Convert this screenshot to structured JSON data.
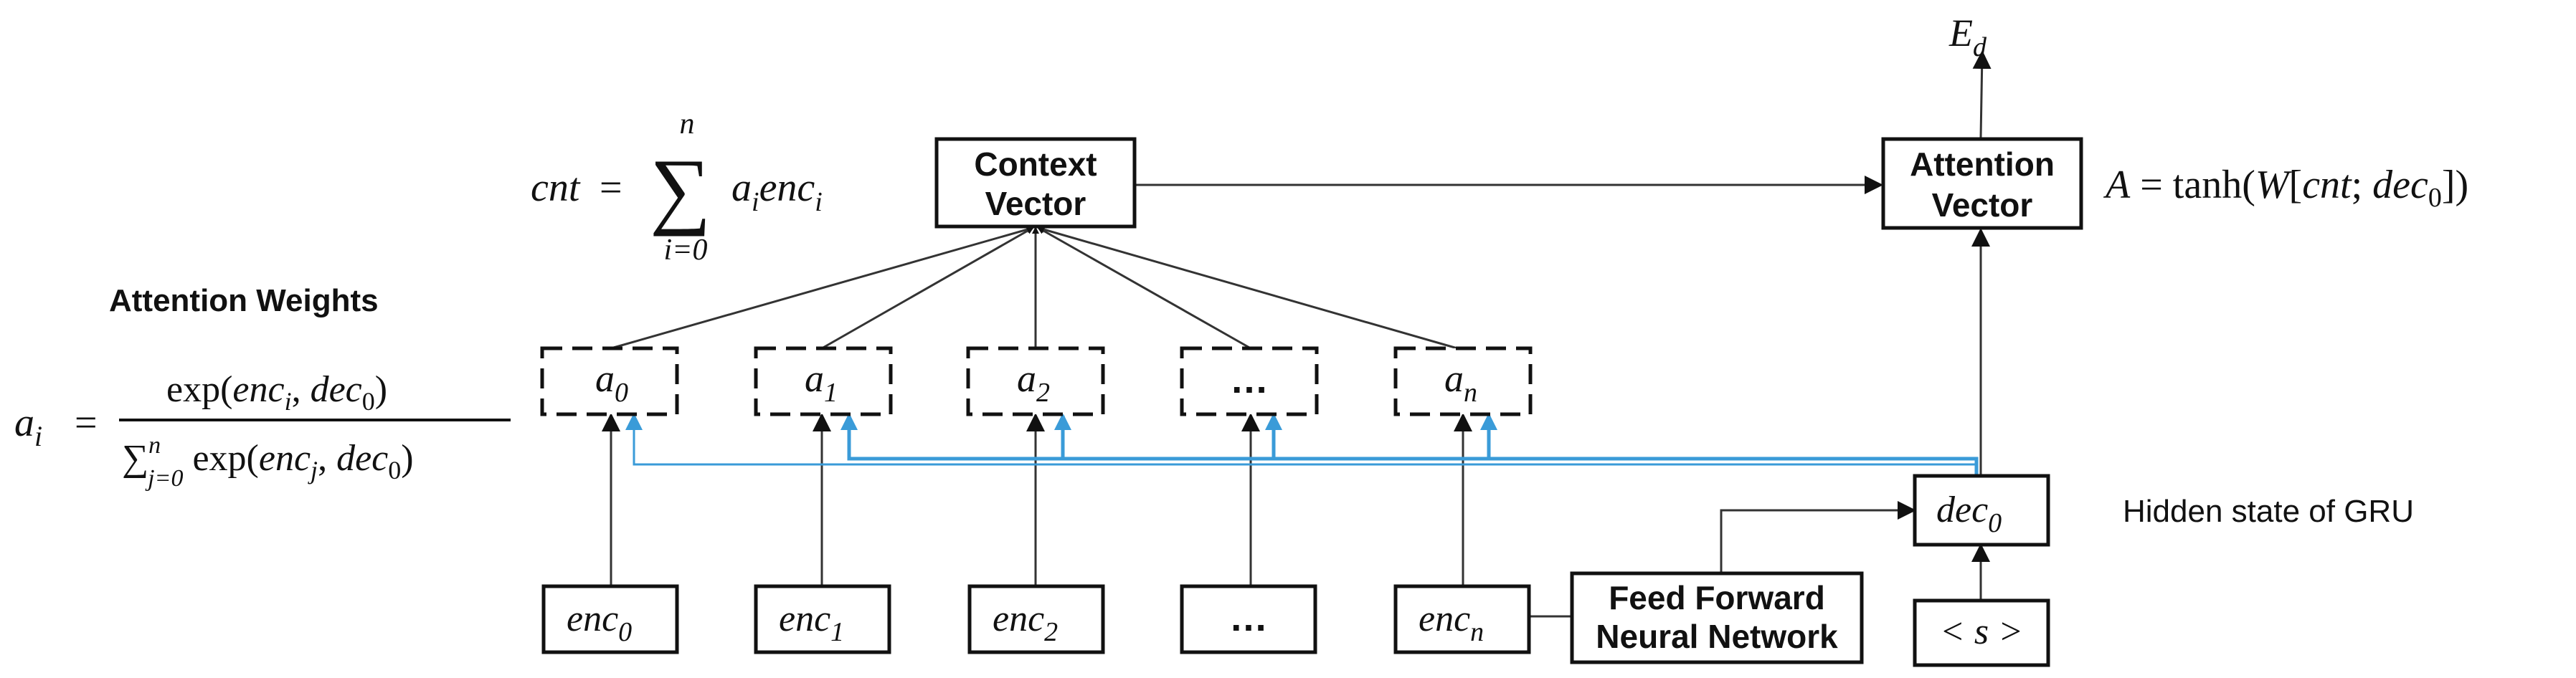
{
  "colors": {
    "ink": "#111111",
    "line": "#333333",
    "accent": "#3a9bd8"
  },
  "labels": {
    "context_vector": [
      "Context",
      "Vector"
    ],
    "attention_vector": [
      "Attention",
      "Vector"
    ],
    "attention_weights": "Attention Weights",
    "hidden_state": "Hidden state of GRU",
    "ffnn": [
      "Feed Forward",
      "Neural Network"
    ],
    "output": "E",
    "output_sub": "d"
  },
  "weights": [
    {
      "base": "a",
      "sub": "0"
    },
    {
      "base": "a",
      "sub": "1"
    },
    {
      "base": "a",
      "sub": "2"
    },
    {
      "base": "…",
      "sub": ""
    },
    {
      "base": "a",
      "sub": "n"
    }
  ],
  "encoders": [
    {
      "base": "enc",
      "sub": "0"
    },
    {
      "base": "enc",
      "sub": "1"
    },
    {
      "base": "enc",
      "sub": "2"
    },
    {
      "base": "…",
      "sub": ""
    },
    {
      "base": "enc",
      "sub": "n"
    }
  ],
  "decoder": {
    "base": "dec",
    "sub": "0"
  },
  "start_token": "< s >",
  "formulas": {
    "cnt": {
      "lhs": "cnt",
      "eq": "=",
      "sum": "∑",
      "upper": "n",
      "lower": "i=0",
      "body": "a",
      "body_sub": "i",
      "body2": "enc",
      "body2_sub": "i"
    },
    "a_i": {
      "lhs": "a",
      "lhs_sub": "i",
      "eq": "=",
      "num": [
        "exp(",
        "enc",
        "i",
        ", ",
        "dec",
        "0",
        ")"
      ],
      "den": [
        "∑",
        "n",
        "j=0",
        " exp(",
        "enc",
        "j",
        ", ",
        "dec",
        "0",
        ")"
      ]
    },
    "A": {
      "lhs": "A",
      "eq": "= tanh(",
      "W": "W",
      "open": "[",
      "cnt": "cnt",
      "sep": "; ",
      "dec": "dec",
      "dec_sub": "0",
      "close": "])"
    }
  }
}
